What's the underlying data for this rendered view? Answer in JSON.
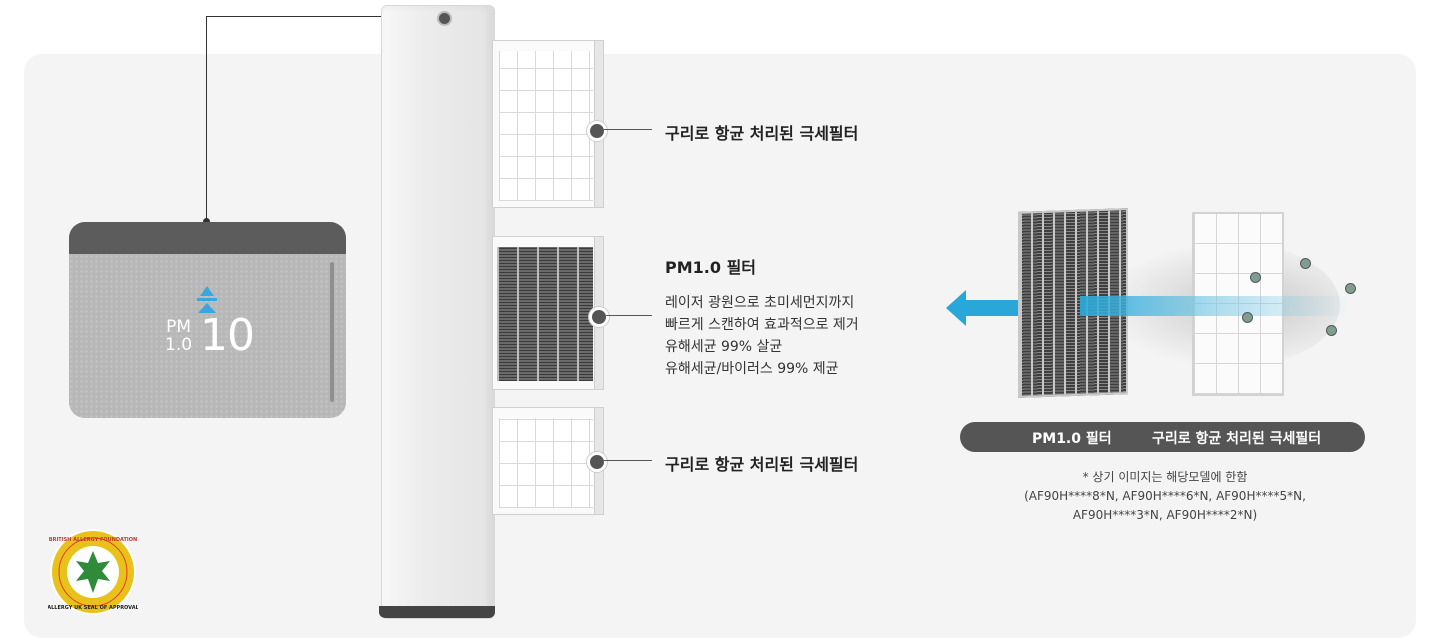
{
  "display": {
    "pm_label_top": "PM",
    "pm_label_bottom": "1.0",
    "pm_value": "10",
    "icon": "air-quality-icon"
  },
  "filters": {
    "top_label": "구리로 항균 처리된 극세필터",
    "pm_title": "PM1.0 필터",
    "pm_desc": [
      "레이저 광원으로 초미세먼지까지",
      "빠르게 스캔하여 효과적으로 제거",
      "유해세균 99% 살균",
      "유해세균/바이러스 99% 제균"
    ],
    "bottom_label": "구리로 항균 처리된 극세필터"
  },
  "illustration": {
    "legend_left": "PM1.0 필터",
    "legend_right": "구리로 항균 처리된 극세필터",
    "arrow_color": "#2aa7d9"
  },
  "footnote": [
    "* 상기 이미지는 해당모델에 한함",
    "(AF90H****8*N, AF90H****6*N, AF90H****5*N,",
    "AF90H****3*N, AF90H****2*N)"
  ],
  "seal": {
    "top_text": "BRITISH ALLERGY FOUNDATION",
    "bottom_text": "ALLERGY UK SEAL OF APPROVAL",
    "colors": {
      "ring": "#e8c21a",
      "outer": "#e23a2a",
      "leaf": "#2f8a3a"
    }
  }
}
